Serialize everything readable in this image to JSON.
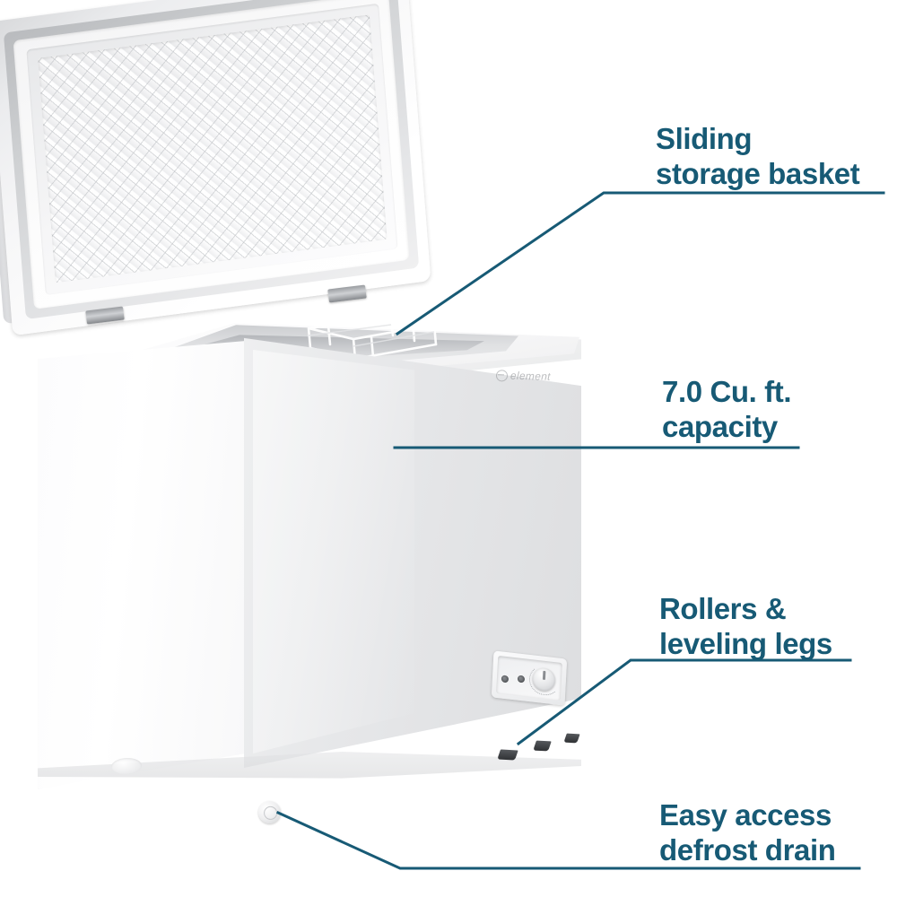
{
  "image": {
    "subject": "white chest freezer with open lid",
    "brand_logo_text": "element",
    "accent_color": "#175a75",
    "background_color": "#ffffff"
  },
  "callouts": [
    {
      "id": "sliding-storage-basket",
      "label": "Sliding\nstorage basket",
      "line1": "Sliding",
      "line2": "storage basket"
    },
    {
      "id": "capacity",
      "label": "7.0 Cu. ft.\ncapacity",
      "line1": "7.0 Cu. ft.",
      "line2": "capacity"
    },
    {
      "id": "rollers-leveling-legs",
      "label": "Rollers &\nleveling legs",
      "line1": "Rollers &",
      "line2": "leveling legs"
    },
    {
      "id": "easy-access-defrost-drain",
      "label": "Easy access\ndefrost drain",
      "line1": "Easy access",
      "line2": "defrost drain"
    }
  ],
  "product": {
    "logo_text": "element",
    "control_panel": {
      "indicator_count": 2,
      "dial": "temperature-control-dial"
    },
    "feet_count": 3
  }
}
